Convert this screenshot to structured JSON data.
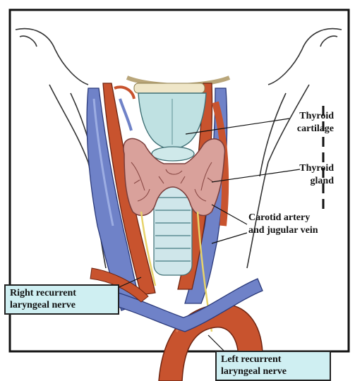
{
  "labels": {
    "thyroid_cartilage": [
      "Thyroid",
      "cartilage"
    ],
    "thyroid_gland": [
      "Thyroid",
      "gland"
    ],
    "carotid": [
      "Carotid artery",
      "and jugular vein"
    ],
    "right_nerve": [
      "Right recurrent",
      "laryngeal nerve"
    ],
    "left_nerve": [
      "Left recurrent",
      "laryngeal nerve"
    ]
  },
  "colors": {
    "artery": "#c8532e",
    "artery_light": "#e07d55",
    "vein": "#6f82c8",
    "vein_light": "#9fb0e3",
    "cartilage": "#bfe1e2",
    "gland": "#d9a19b",
    "gland_dark": "#a4605c",
    "nerve": "#e7d36b",
    "label_box": "#cfeff2"
  }
}
